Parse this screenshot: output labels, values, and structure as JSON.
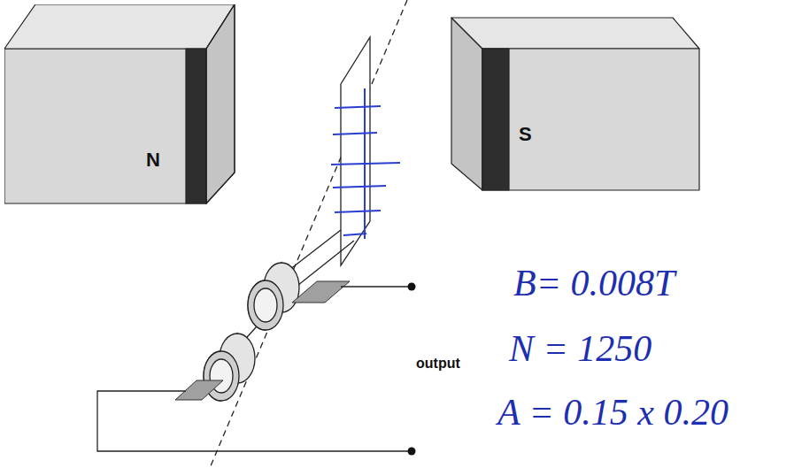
{
  "diagram": {
    "nodes": [
      {
        "text": [
          "N"
        ]
      },
      {
        "text": [
          "S"
        ]
      }
    ],
    "labels": [
      "output",
      "B= 0.008T",
      "N = 1250",
      "A = 0.15 x 0.20"
    ]
  }
}
